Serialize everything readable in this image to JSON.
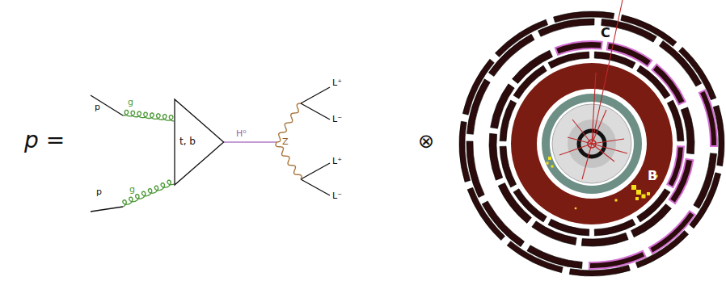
{
  "diagram": {
    "nodes": [
      {
        "text": [
          "t, b"
        ]
      }
    ],
    "labels": [
      "p =",
      "p",
      "g",
      "g",
      "p",
      "H⁰",
      "Z",
      "L⁺",
      "L⁻",
      "L⁺",
      "L⁻",
      "⊗",
      "C",
      "B"
    ]
  }
}
